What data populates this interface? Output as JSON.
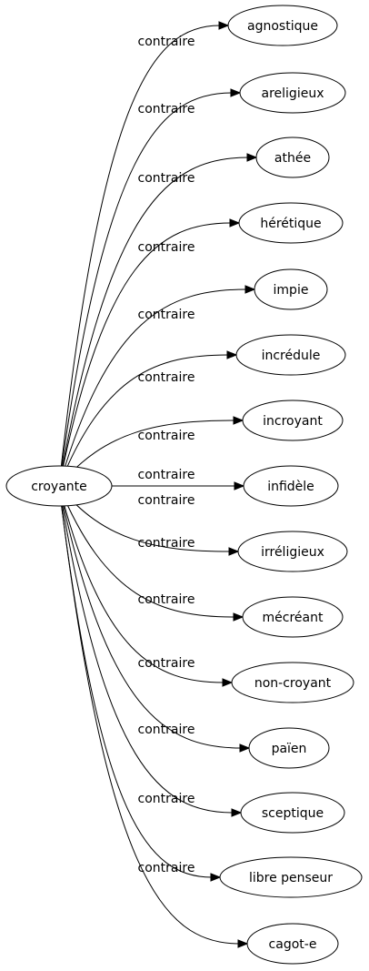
{
  "source": {
    "label": "croyante"
  },
  "edges": [
    {
      "relation": "contraire",
      "target": "agnostique"
    },
    {
      "relation": "contraire",
      "target": "areligieux"
    },
    {
      "relation": "contraire",
      "target": "athée"
    },
    {
      "relation": "contraire",
      "target": "hérétique"
    },
    {
      "relation": "contraire",
      "target": "impie"
    },
    {
      "relation": "contraire",
      "target": "incrédule"
    },
    {
      "relation": "contraire",
      "target": "incroyant"
    },
    {
      "relation": "contraire",
      "target": "infidèle"
    },
    {
      "relation": "contraire",
      "target": "irréligieux"
    },
    {
      "relation": "contraire",
      "target": "mécréant"
    },
    {
      "relation": "contraire",
      "target": "non-croyant"
    },
    {
      "relation": "contraire",
      "target": "païen"
    },
    {
      "relation": "contraire",
      "target": "sceptique"
    },
    {
      "relation": "contraire",
      "target": "libre penseur"
    },
    {
      "relation": "contraire",
      "target": "cagot-e"
    }
  ]
}
